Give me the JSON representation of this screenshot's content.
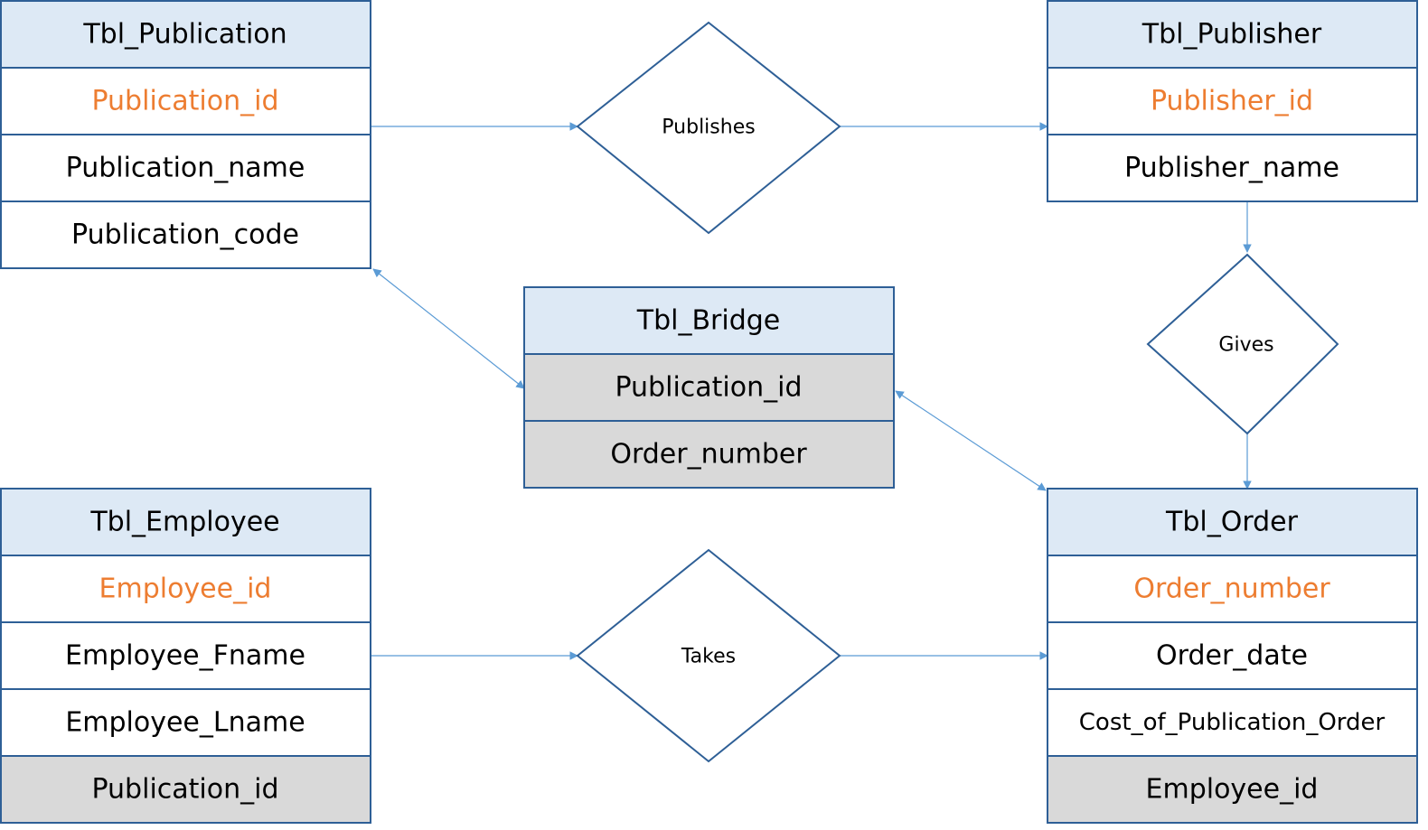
{
  "colors": {
    "header_fill": "#dde9f5",
    "border": "#2e5f96",
    "primary_key_text": "#ed7d31",
    "foreign_key_fill": "#d9d9d9",
    "connector": "#5b9bd5"
  },
  "entities": {
    "publication": {
      "title": "Tbl_Publication",
      "fields": [
        "Publication_id",
        "Publication_name",
        "Publication_code"
      ]
    },
    "publisher": {
      "title": "Tbl_Publisher",
      "fields": [
        "Publisher_id",
        "Publisher_name"
      ]
    },
    "bridge": {
      "title": "Tbl_Bridge",
      "fields": [
        "Publication_id",
        "Order_number"
      ]
    },
    "employee": {
      "title": "Tbl_Employee",
      "fields": [
        "Employee_id",
        "Employee_Fname",
        "Employee_Lname",
        "Publication_id"
      ]
    },
    "order": {
      "title": "Tbl_Order",
      "fields": [
        "Order_number",
        "Order_date",
        "Cost_of_Publication_Order",
        "Employee_id"
      ]
    }
  },
  "relationships": {
    "publishes": "Publishes",
    "gives": "Gives",
    "takes": "Takes"
  }
}
